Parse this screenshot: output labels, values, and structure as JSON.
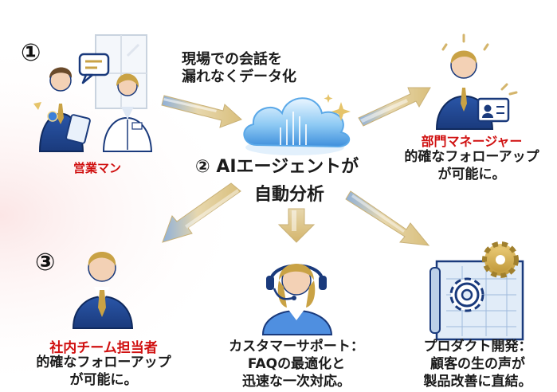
{
  "step1": {
    "number": "①",
    "caption_line1": "現場での会話を",
    "caption_line2": "漏れなくデータ化",
    "role_label": "営業マン"
  },
  "step2": {
    "number": "②",
    "label_line1": "AIエージェントが",
    "label_line2": "自動分析"
  },
  "step3": {
    "number": "③"
  },
  "manager": {
    "role_label": "部門マネージャー",
    "desc_line1": "的確なフォローアップ",
    "desc_line2": "が可能に。"
  },
  "internal_team": {
    "role_label": "社内チーム担当者",
    "desc_line1": "的確なフォローアップ",
    "desc_line2": "が可能に。"
  },
  "support": {
    "title": "カスタマーサポート：",
    "desc_line1": "FAQの最適化と",
    "desc_line2": "迅速な一次対応。"
  },
  "product": {
    "title": "プロダクト開発：",
    "desc_line1": "顧客の生の声が",
    "desc_line2": "製品改善に直結。"
  },
  "colors": {
    "role_red": "#d01010",
    "suit_navy": "#1d3f86",
    "tie_gold": "#c9a245",
    "arrow_gold": "#d9bf7c",
    "arrow_blue": "#8fb0d8",
    "cloud_blue": "#5aa8e8"
  }
}
